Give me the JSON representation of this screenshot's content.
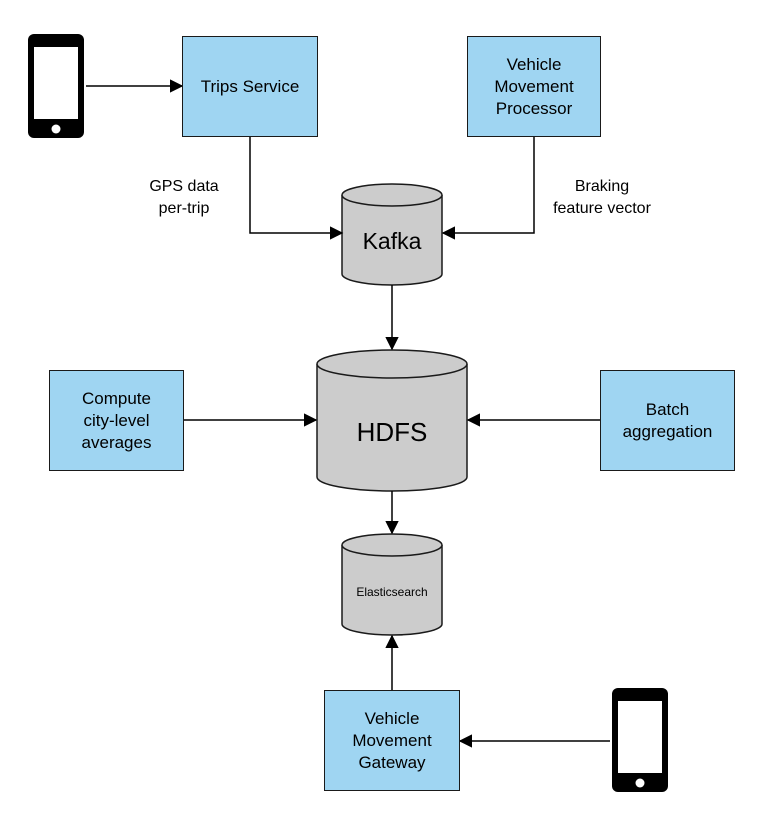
{
  "boxes": {
    "trips_service": "Trips Service",
    "vehicle_movement_processor": "Vehicle\nMovement\nProcessor",
    "compute_city_averages": "Compute\ncity-level\naverages",
    "batch_aggregation": "Batch\naggregation",
    "vehicle_movement_gateway": "Vehicle\nMovement\nGateway"
  },
  "stores": {
    "kafka": "Kafka",
    "hdfs": "HDFS",
    "elasticsearch": "Elasticsearch"
  },
  "edge_labels": {
    "gps": "GPS data\nper-trip",
    "braking": "Braking\nfeature vector"
  },
  "icons": [
    "phone-icon",
    "phone-icon"
  ],
  "colors": {
    "service_box": "#9fd5f2",
    "store": "#cccccc"
  }
}
